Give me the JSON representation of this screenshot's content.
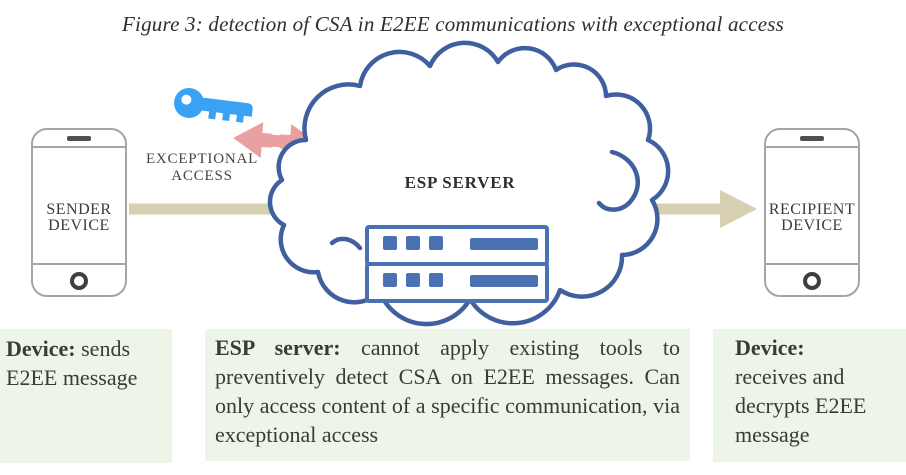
{
  "title": "Figure 3: detection of CSA in E2EE communications with exceptional access",
  "colors": {
    "cloud_stroke": "#3f5f9f",
    "server_blue": "#4a71b3",
    "key_blue": "#3aa2f4",
    "arrow_pink": "#e9a0a0",
    "flow_tan": "#d6cfb2",
    "block_bg": "#edf4e8",
    "text_dark": "#3a3a38",
    "phone_border": "#a5a5a3"
  },
  "diagram": {
    "sender_label": {
      "line1": "SENDER",
      "line2": "DEVICE"
    },
    "recipient_label": {
      "line1": "RECIPIENT",
      "line2": "DEVICE"
    },
    "cloud_label": "ESP SERVER",
    "access_label": {
      "line1": "EXCEPTIONAL",
      "line2": "ACCESS"
    },
    "icons": {
      "key": "key-icon",
      "double_arrow": "double-arrow-icon",
      "cloud": "cloud-icon",
      "server_rack": "server-rack-icon",
      "flow_arrow": "flow-arrow-icon",
      "phone": "phone-icon",
      "speaker": "speaker-bar-icon",
      "home": "home-button-icon"
    }
  },
  "captions": {
    "sender": {
      "lead": "Device:",
      "body": " sends E2EE message"
    },
    "esp": {
      "lead": "ESP server:",
      "body": " cannot apply existing tools to preventively detect CSA on E2EE messages. Can only access content of a specific communication, via exceptional access"
    },
    "recipient": {
      "lead": "Device:",
      "body": "receives and decrypts E2EE message"
    }
  }
}
